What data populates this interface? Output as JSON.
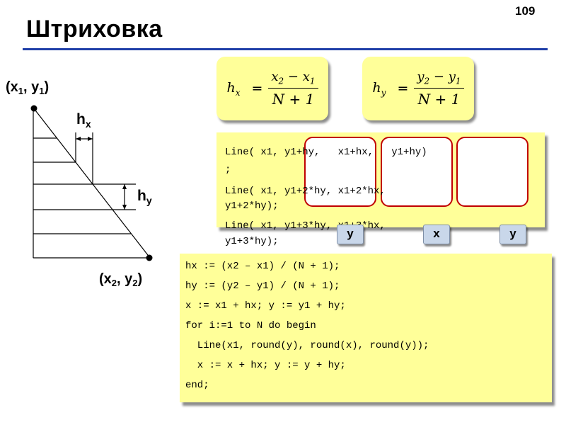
{
  "slide": {
    "title": "Штриховка",
    "number": "109"
  },
  "diagram": {
    "point1": {
      "x": "x",
      "x_sub": "1",
      "y": "y",
      "y_sub": "1"
    },
    "point2": {
      "x": "x",
      "x_sub": "2",
      "y": "y",
      "y_sub": "2"
    },
    "hx": {
      "main": "h",
      "sub": "x"
    },
    "hy": {
      "main": "h",
      "sub": "y"
    }
  },
  "formulas": {
    "hx": {
      "lhs": "h",
      "lhs_sub": "x",
      "num_a": "x",
      "num_a_sub": "2",
      "minus": "−",
      "num_b": "x",
      "num_b_sub": "1",
      "den": "N + 1"
    },
    "hy": {
      "lhs": "h",
      "lhs_sub": "y",
      "num_a": "y",
      "num_a_sub": "2",
      "minus": "−",
      "num_b": "y",
      "num_b_sub": "1",
      "den": "N + 1"
    }
  },
  "example_code": {
    "lines": [
      "Line( x1, y1+hy,   x1+hx,   y1+hy)",
      ";",
      "Line( x1, y1+2*hy, x1+2*hx,",
      "y1+2*hy);",
      "Line( x1, y1+3*hy, x1+3*hx,",
      "y1+3*hy);"
    ],
    "tags": [
      "y",
      "x",
      "y"
    ]
  },
  "program_code": {
    "lines": [
      "hx := (x2 – x1) / (N + 1);",
      "hy := (y2 – y1) / (N + 1);",
      "x := x1 + hx; y := y1 + hy;",
      "for i:=1 to N do begin",
      "  Line(x1, round(y), round(x), round(y));",
      "  x := x + hx; y := y + hy;",
      "end;"
    ]
  },
  "colors": {
    "panel_background": "#ffff99",
    "title_rule": "#1f3fa8",
    "highlight_border": "#c00000",
    "tag_background": "#c9d7ea"
  }
}
